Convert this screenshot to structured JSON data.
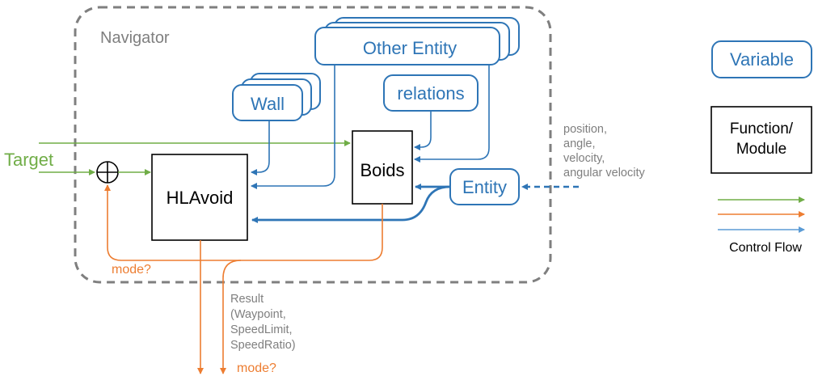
{
  "navigator": {
    "label": "Navigator"
  },
  "entities": {
    "other_entity": "Other Entity",
    "wall": "Wall",
    "relations": "relations",
    "entity": "Entity"
  },
  "functions": {
    "hlavoid": "HLAvoid",
    "boids": "Boids"
  },
  "inputs": {
    "target": "Target",
    "entity_state_lines": [
      "position,",
      "angle,",
      "velocity,",
      "angular velocity"
    ]
  },
  "outputs": {
    "mode_inner": "mode?",
    "mode_outer": "mode?",
    "result_lines": [
      "Result",
      "(Waypoint,",
      "SpeedLimit,",
      "SpeedRatio)"
    ]
  },
  "legend": {
    "variable": "Variable",
    "function_lines": [
      "Function/",
      "Module"
    ],
    "control_flow": "Control Flow"
  },
  "colors": {
    "blue": "#2e75b6",
    "light_blue": "#5b9bd5",
    "green": "#70ad47",
    "orange": "#ed7d31",
    "gray_dash": "#7f7f7f",
    "gray_text": "#7f7f7f"
  }
}
